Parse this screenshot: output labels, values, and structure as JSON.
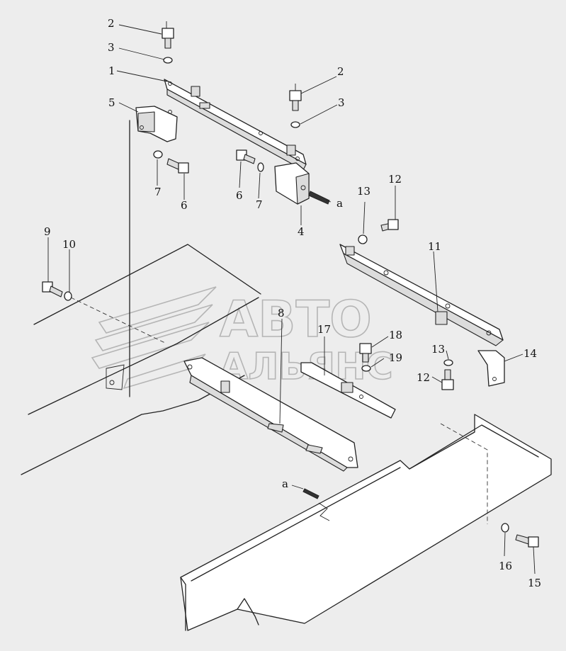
{
  "watermark": {
    "line1": "АВТО",
    "line2": "АЛЬЯНС"
  },
  "callouts": [
    {
      "id": "c2a",
      "text": "2"
    },
    {
      "id": "c3a",
      "text": "3"
    },
    {
      "id": "c1",
      "text": "1"
    },
    {
      "id": "c5",
      "text": "5"
    },
    {
      "id": "c2b",
      "text": "2"
    },
    {
      "id": "c3b",
      "text": "3"
    },
    {
      "id": "c7a",
      "text": "7"
    },
    {
      "id": "c6a",
      "text": "6"
    },
    {
      "id": "c6b",
      "text": "6"
    },
    {
      "id": "c7b",
      "text": "7"
    },
    {
      "id": "c4",
      "text": "4"
    },
    {
      "id": "ca1",
      "text": "a"
    },
    {
      "id": "c13a",
      "text": "13"
    },
    {
      "id": "c12a",
      "text": "12"
    },
    {
      "id": "c9",
      "text": "9"
    },
    {
      "id": "c10",
      "text": "10"
    },
    {
      "id": "c11",
      "text": "11"
    },
    {
      "id": "c8",
      "text": "8"
    },
    {
      "id": "c17",
      "text": "17"
    },
    {
      "id": "c18",
      "text": "18"
    },
    {
      "id": "c19",
      "text": "19"
    },
    {
      "id": "c13b",
      "text": "13"
    },
    {
      "id": "c14",
      "text": "14"
    },
    {
      "id": "c12b",
      "text": "12"
    },
    {
      "id": "ca2",
      "text": "a"
    },
    {
      "id": "c16",
      "text": "16"
    },
    {
      "id": "c15",
      "text": "15"
    }
  ]
}
